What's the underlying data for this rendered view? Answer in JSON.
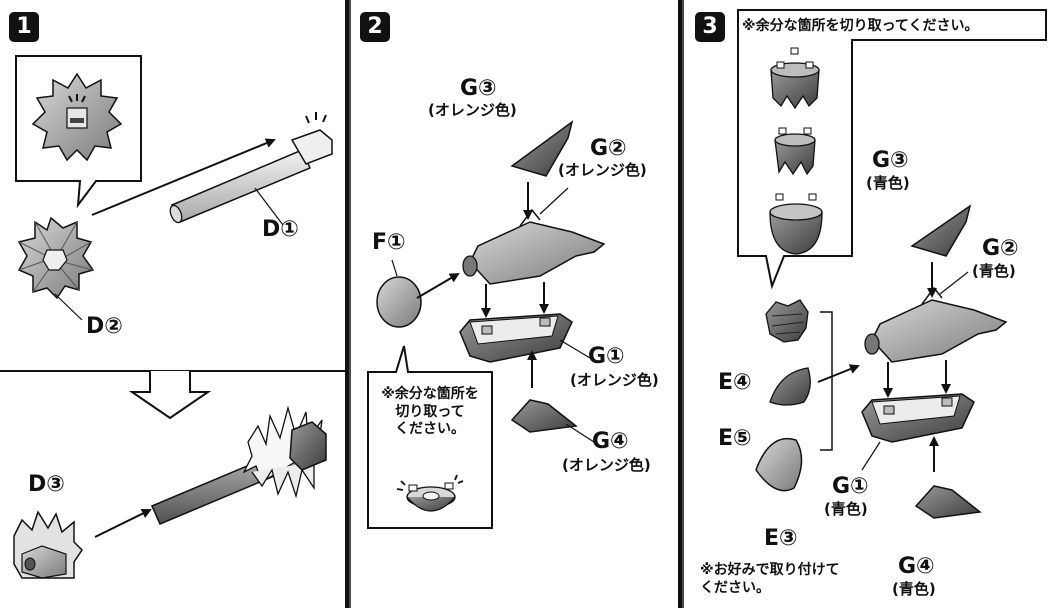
{
  "steps": {
    "s1": "1",
    "s2": "2",
    "s3": "3"
  },
  "panel1": {
    "stick_part": "D①",
    "flower_part": "D②",
    "hand_part": "D③"
  },
  "panel2": {
    "top_part": "G③",
    "top_color": "(オレンジ色)",
    "body_part": "G②",
    "body_color": "(オレンジ色)",
    "ball_part": "F①",
    "base_part": "G①",
    "base_color": "(オレンジ色)",
    "fin_part": "G④",
    "fin_color": "(オレンジ色)",
    "note": "※余分な箇所を\n切り取って\nください。"
  },
  "panel3": {
    "note_top": "※余分な箇所を切り取ってください。",
    "top_part": "G③",
    "top_color": "(青色)",
    "body_part": "G②",
    "body_color": "(青色)",
    "option_a": "E④",
    "option_b": "E⑤",
    "option_c": "E③",
    "base_part": "G①",
    "base_color": "(青色)",
    "fin_part": "G④",
    "fin_color": "(青色)",
    "note_bottom": "※お好みで取り付けて\nください。"
  }
}
